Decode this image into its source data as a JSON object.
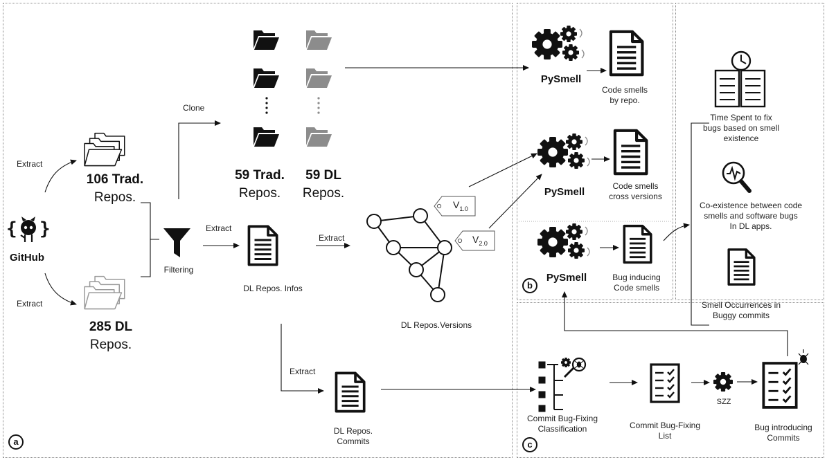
{
  "sources": {
    "github_label": "GitHub",
    "extract_top": "Extract",
    "extract_bottom": "Extract",
    "trad_count": "106 Trad.",
    "trad_repos": "Repos.",
    "dl_count": "285 DL",
    "dl_repos": "Repos.",
    "filtering": "Filtering"
  },
  "clone": {
    "label": "Clone",
    "trad_count": "59 Trad.",
    "trad_repos": "Repos.",
    "dl_count": "59 DL",
    "dl_repos": "Repos."
  },
  "infos": {
    "extract_label": "Extract",
    "doc_label": "DL Repos. Infos",
    "versions_extract": "Extract",
    "versions_label": "DL Repos.Versions",
    "v1_main": "V",
    "v1_sub": "1.0",
    "v2_main": "V",
    "v2_sub": "2.0",
    "commits_extract": "Extract",
    "commits_line1": "DL Repos.",
    "commits_line2": "Commits"
  },
  "panel_b": {
    "marker": "b",
    "pysmell_1": "PySmell",
    "result_1_line1": "Code smells",
    "result_1_line2": "by repo.",
    "pysmell_2": "PySmell",
    "result_2_line1": "Code smells",
    "result_2_line2": "cross versions",
    "pysmell_3": "PySmell",
    "result_3_line1": "Bug inducing",
    "result_3_line2": "Code smells"
  },
  "analyses": {
    "time_line1": "Time Spent to fix",
    "time_line2": "bugs  based on smell",
    "time_line3": "existence",
    "coex_line1": "Co-existence between code",
    "coex_line2": "smells and software bugs",
    "coex_line3": "In DL apps.",
    "occ_line1": "Smell Occurrences in",
    "occ_line2": "Buggy commits"
  },
  "panel_c": {
    "marker": "c",
    "classif_line1": "Commit Bug-Fixing",
    "classif_line2": "Classification",
    "list_line1": "Commit Bug-Fixing",
    "list_line2": "List",
    "szz": "SZZ",
    "intro_line1": "Bug introducing",
    "intro_line2": "Commits"
  },
  "panel_a": {
    "marker": "a"
  },
  "colors": {
    "ink": "#111111",
    "grey_folder": "#8c8c8c",
    "frame": "#8a8a8a"
  }
}
